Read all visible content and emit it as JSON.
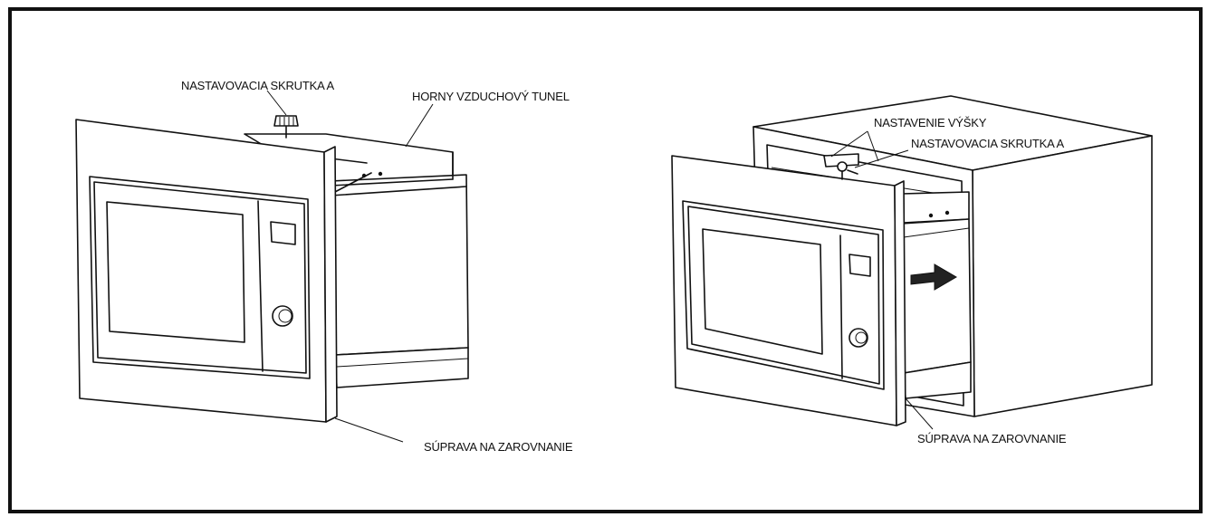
{
  "labels": {
    "left_adjust_screw": "NASTAVOVACIA SKRUTKA A",
    "left_air_tunnel": "HORNY VZDUCHOVÝ TUNEL",
    "left_align_kit": "SÚPRAVA NA ZAROVNANIE",
    "right_height_adjust": "NASTAVENIE VÝŠKY",
    "right_adjust_screw": "NASTAVOVACIA SKRUTKA A",
    "right_align_kit": "SÚPRAVA NA ZAROVNANIE"
  },
  "icons": {
    "push_arrow": "arrow-right-icon"
  },
  "colors": {
    "ink": "#111111",
    "background": "#ffffff"
  }
}
